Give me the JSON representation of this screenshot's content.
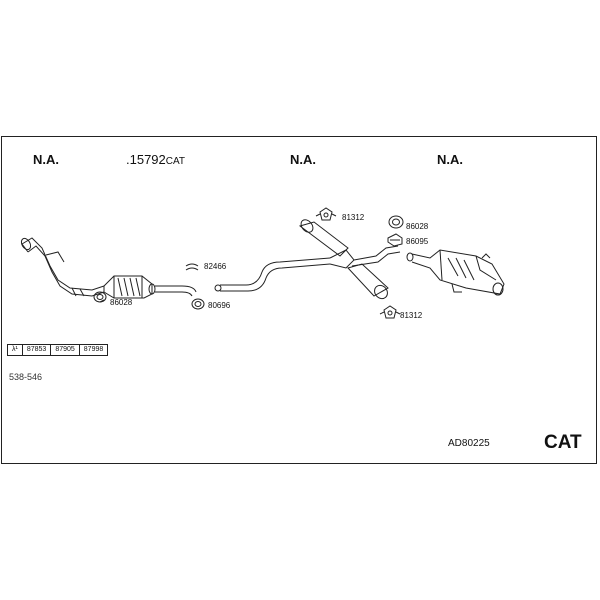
{
  "header": {
    "na_1": "N.A.",
    "main_part_number": ".15792",
    "main_part_suffix": "CAT",
    "na_2": "N.A.",
    "na_3": "N.A."
  },
  "parts": {
    "clamp_86028_left": "86028",
    "clamp_82466": "82466",
    "clamp_80696": "80696",
    "mount_81312_top": "81312",
    "mount_81312_bottom": "81312",
    "gasket_86028_right": "86028",
    "clamp_86095": "86095"
  },
  "ref_table": {
    "symbol": "λ¹",
    "codes": [
      "87853",
      "87905",
      "87998"
    ]
  },
  "footer": {
    "range": "538-546",
    "kit_number": "AD80225",
    "type_label": "CAT"
  }
}
